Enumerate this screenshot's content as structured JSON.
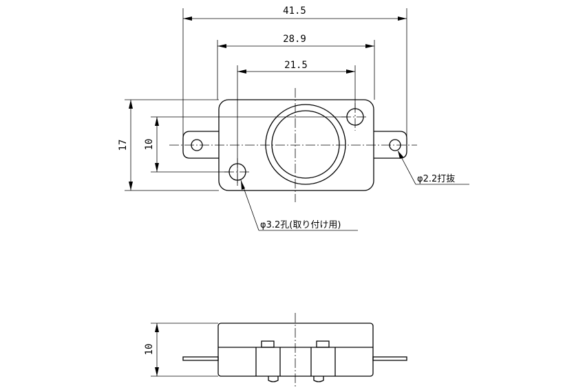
{
  "dimensions": {
    "overall_width": "41.5",
    "hole_pitch_outer": "28.9",
    "hole_pitch_inner": "21.5",
    "body_height": "17",
    "hole_span_height": "10",
    "side_height": "10"
  },
  "notes": {
    "punch_hole": "φ2.2打抜",
    "mount_hole": "φ3.2孔(取り付け用)"
  }
}
